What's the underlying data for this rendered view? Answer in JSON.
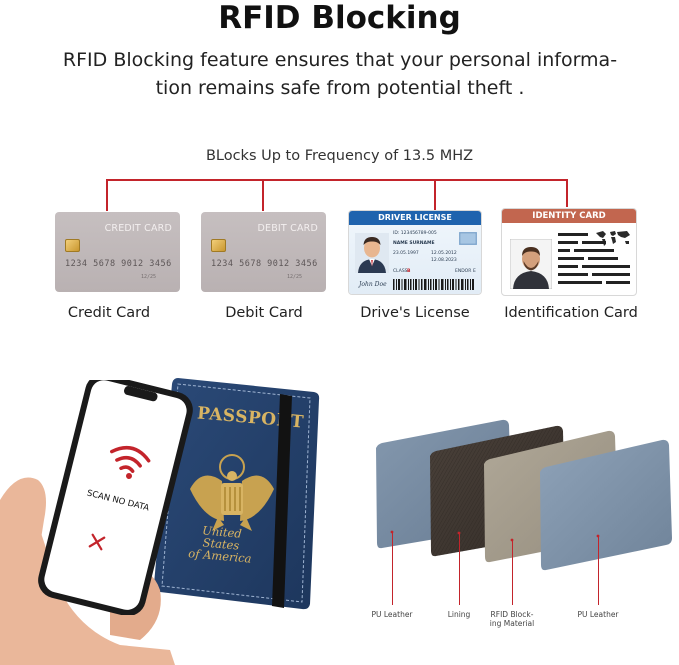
{
  "header": {
    "title": "RFID Blocking",
    "description_line1": "RFID Blocking feature ensures that your personal informa-",
    "description_line2": "tion remains safe from potential theft ."
  },
  "frequency_label": "BLocks Up to Frequency of 13.5 MHZ",
  "colors": {
    "accent_red": "#c3242b",
    "driver_license_header": "#1f63ae",
    "identity_card_header": "#c2664f"
  },
  "cards": {
    "credit": {
      "caption": "Credit Card",
      "printed_label": "CREDIT CARD",
      "number": "1234 5678 9012 3456",
      "expiry": "12/25"
    },
    "debit": {
      "caption": "Debit Card",
      "printed_label": "DEBIT CARD",
      "number": "1234 5678 9012 3456",
      "expiry": "12/25"
    },
    "driver_license": {
      "caption": "Drive's License",
      "printed_title": "DRIVER LICENSE",
      "id_number": "ID: 123456789-005",
      "name_field": "NAME SURNAME",
      "date1": "23.05.1997",
      "date2": "12.05.2012",
      "date3": "12.08.2023",
      "class_label": "CLASS",
      "class_value": "B",
      "endorse_label": "ENDOR",
      "endorse_value": "E",
      "signature": "John Doe"
    },
    "identity": {
      "caption": "Identification Card",
      "printed_title": "IDENTITY CARD"
    }
  },
  "phone": {
    "screen_text": "SCAN NO DATA",
    "wifi_icon": "wifi-icon",
    "x_icon": "close-icon"
  },
  "passport": {
    "title": "PASSPORT",
    "country_line1": "United",
    "country_line2": "States",
    "country_line3": "of America"
  },
  "layers": [
    {
      "label_line1": "PU Leather",
      "label_line2": ""
    },
    {
      "label_line1": "Lining",
      "label_line2": ""
    },
    {
      "label_line1": "RFID Block-",
      "label_line2": "ing Material"
    },
    {
      "label_line1": "PU Leather",
      "label_line2": ""
    }
  ]
}
